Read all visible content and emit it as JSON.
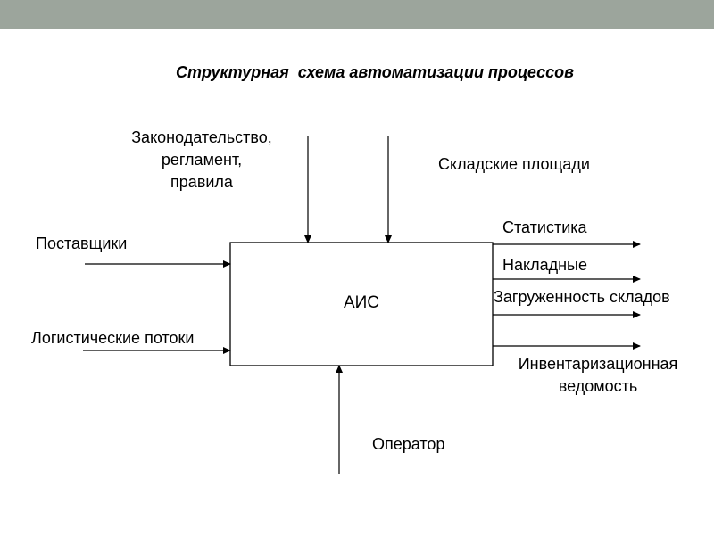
{
  "slide": {
    "header_color": "#9ca59c",
    "title": "Структурная  схема автоматизации процессов"
  },
  "diagram": {
    "process": "АИС",
    "controls": [
      {
        "lines": [
          "Законодательство,",
          "регламент,",
          "правила"
        ]
      },
      {
        "lines": [
          "Складские площади"
        ]
      }
    ],
    "inputs": [
      {
        "label": "Поставщики"
      },
      {
        "label": "Логистические потоки"
      }
    ],
    "outputs": [
      {
        "label": "Статистика"
      },
      {
        "label": "Накладные"
      },
      {
        "label": "Загруженность складов"
      },
      {
        "lines": [
          "Инвентаризационная",
          "ведомость"
        ]
      }
    ],
    "mechanism": {
      "label": "Оператор"
    }
  }
}
